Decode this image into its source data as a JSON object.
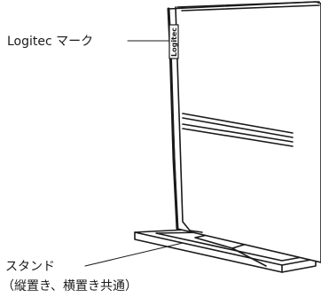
{
  "labels": {
    "logo_mark": "Logitec マーク",
    "stand": "スタンド",
    "stand_note": "（縦置き、横置き共通）"
  },
  "device_logo_text": "Logitec",
  "colors": {
    "line": "#1a1a1a",
    "fill": "#ffffff"
  }
}
